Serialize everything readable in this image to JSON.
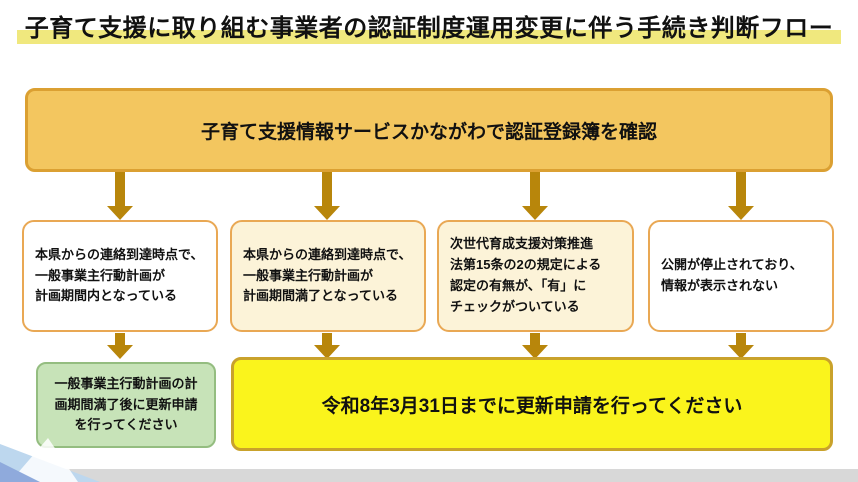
{
  "title": "子育て支援に取り組む事業者の認証制度運用変更に伴う手続き判断フロー",
  "top_box": {
    "text": "子育て支援情報サービスかながわで認証登録簿を確認"
  },
  "branches": [
    {
      "text": "本県からの連絡到達時点で、\n一般事業主行動計画が\n計画期間内となっている"
    },
    {
      "text": "本県からの連絡到達時点で、\n一般事業主行動計画が\n計画期間満了となっている"
    },
    {
      "text": "次世代育成支援対策推進\n法第15条の2の規定による\n認定の有無が、「有」に\nチェックがついている"
    },
    {
      "text": "公開が停止されており、\n情報が表示されない"
    }
  ],
  "outcomes": {
    "green": "一般事業主行動計画の計\n画期間満了後に更新申請\nを行ってください",
    "yellow": "令和8年3月31日までに更新申請を行ってください"
  },
  "colors": {
    "title_highlight": "#F0E87E",
    "top_bg": "#F3C65F",
    "top_border": "#DBA032",
    "arrow": "#B8860B",
    "branch_border": "#E9A854",
    "branch_bg_cream": "#FCF3D8",
    "branch_bg_white": "#FFFFFF",
    "green_bg": "#C7E3B8",
    "green_border": "#94BD80",
    "yellow_bg": "#FAF41C",
    "yellow_border": "#C9A22B",
    "footer_bar": "#D8D8D8",
    "decor_blue_light": "#BDD7EE",
    "decor_blue": "#8FAADC"
  }
}
